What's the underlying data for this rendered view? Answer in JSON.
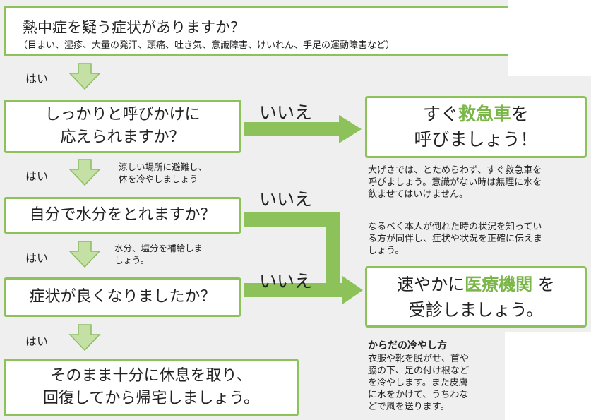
{
  "q1": {
    "title": "熱中症を疑う症状がありますか？",
    "subtitle": "（目まい、湿疹、大量の発汗、頭痛、吐き気、意識障害、けいれん、手足の運動障害など）"
  },
  "yes_label": "はい",
  "no_label": "いいえ",
  "q2": {
    "line1": "しっかりと呼びかけに",
    "line2": "応えられますか？"
  },
  "q3": {
    "text": "自分で水分をとれますか？"
  },
  "q4": {
    "text": "症状が良くなりましたか？"
  },
  "final": {
    "line1": "そのまま十分に休息を取り、",
    "line2": "回復してから帰宅しましょう。"
  },
  "note_yes2": {
    "line1": "涼しい場所に避難し、",
    "line2": "体を冷やしましょう"
  },
  "note_yes3": {
    "line1": "水分、塩分を補給しま",
    "line2": "しょう。"
  },
  "ambulance": {
    "pre": "すぐ",
    "accent": "救急車",
    "post": "を",
    "line2": "呼びましょう！",
    "accent_color": "#7ab648"
  },
  "ambulance_note": {
    "line1": "大げさでは、とためらわず、すぐ救急車を",
    "line2": "呼びましょう。意識がない時は無理に水を",
    "line3": "飲ませてはいけません。"
  },
  "companion_note": {
    "line1": "なるべく本人が倒れた時の状況を知ってい",
    "line2": "る方が同伴し、症状や状況を正確に伝えま",
    "line3": "しょう。"
  },
  "hospital": {
    "pre": "速やかに",
    "accent": "医療機関",
    "post": " を",
    "line2": "受診しましょう。"
  },
  "cooling": {
    "title": "からだの冷やし方",
    "line1": "衣服や靴を脱がせ、首や",
    "line2": "脇の下、足の付け根など",
    "line3": "を冷やします。また皮膚",
    "line4": "に水をかけて、うちわな",
    "line5": "どで風を送ります。"
  },
  "colors": {
    "border": "#8dc25a",
    "arrow": "#8dc25a",
    "down_arrow_fill": "#c5e0a5",
    "down_arrow_stroke": "#8dbb63"
  }
}
